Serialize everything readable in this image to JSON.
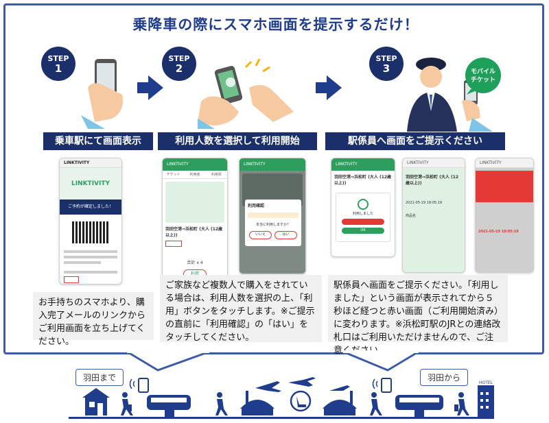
{
  "title": "乗降車の際にスマホ画面を提示するだけ！",
  "steps": [
    {
      "label": "STEP",
      "num": "1",
      "band": "乗車駅にて画面表示",
      "desc": "お手持ちのスマホより、購入完了メールのリンクからご利用画面を立ち上げてください。"
    },
    {
      "label": "STEP",
      "num": "2",
      "band": "利用人数を選択して利用開始",
      "desc": "ご家族など複数人で購入をされている場合は、利用人数を選択の上、「利用」ボタンをタッチします。※ご提示の直前に「利用確認」の「はい」をタッチしてください。"
    },
    {
      "label": "STEP",
      "num": "3",
      "band": "駅係員へ画面をご提示ください",
      "desc": "駅係員へ画面をご提示ください。「利用しました」という画面が表示されてから５秒ほど経つと赤い画面（ご利用開始済み）に変わります。※浜松町駅のJRとの連絡改札口はご利用いただけませんので、ご注意ください。"
    }
  ],
  "mobile_ticket_badge": "モバイル\nチケット",
  "phones": {
    "p1_app": "LINKTIVITY",
    "p1_logo": "LINKTIVITY",
    "p1_confirm": "ご予約が確定しました！",
    "p2a_tabs": [
      "チケット",
      "利用者",
      "利用票"
    ],
    "p2a_route": "羽田空港⇒浜松町 (大人 (12歳以上))",
    "p2a_total": "合計 x 4",
    "p2a_use_btn": "利用",
    "p2b_dialog_title": "利用確認",
    "p2b_dialog_q": "本当に利用しますか？",
    "p2b_no": "いいえ",
    "p2b_yes": "はい",
    "p3a_route": "羽田空港⇒浜松町 (大人 (12歳以上))",
    "p3a_ok": "OK",
    "p3a_used": "利用しました",
    "p3b_route": "羽田空港⇒浜松町 (大人 (12歳以上))",
    "p3b_date": "2021-05-19 18:05:19",
    "p3b_item": "商品名",
    "p3c_date": "2021-05-19 18:05:19"
  },
  "bottom": {
    "to_haneda": "羽田まで",
    "from_haneda": "羽田から",
    "hotel": "HOTEL"
  }
}
